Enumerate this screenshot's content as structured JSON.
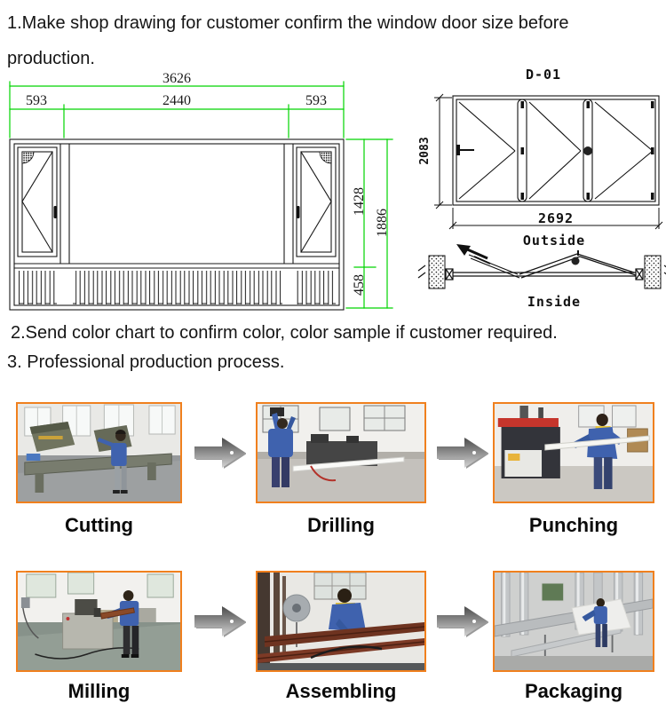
{
  "intro": {
    "step1": "1.Make shop drawing for customer confirm the window door size before production.",
    "step2": "2.Send color chart to confirm color, color sample if customer required.",
    "step3": "3. Professional production process."
  },
  "shop_drawing": {
    "window": {
      "width_total": "3626",
      "width_left": "593",
      "width_center": "2440",
      "width_right": "593",
      "height_upper": "1428",
      "height_total": "1886",
      "height_bottom": "458"
    },
    "door": {
      "title": "D-01",
      "height": "2083",
      "width": "2692",
      "outside_label": "Outside",
      "inside_label": "Inside"
    },
    "colors": {
      "dimension_line_green": "#00d400",
      "drawing_line": "#1a1a1a"
    }
  },
  "process": {
    "photo_border_color": "#f0801e",
    "rows": [
      {
        "items": [
          {
            "label": "Cutting"
          },
          {
            "label": "Drilling"
          },
          {
            "label": "Punching"
          }
        ]
      },
      {
        "items": [
          {
            "label": "Milling"
          },
          {
            "label": "Assembling"
          },
          {
            "label": "Packaging"
          }
        ]
      }
    ]
  }
}
